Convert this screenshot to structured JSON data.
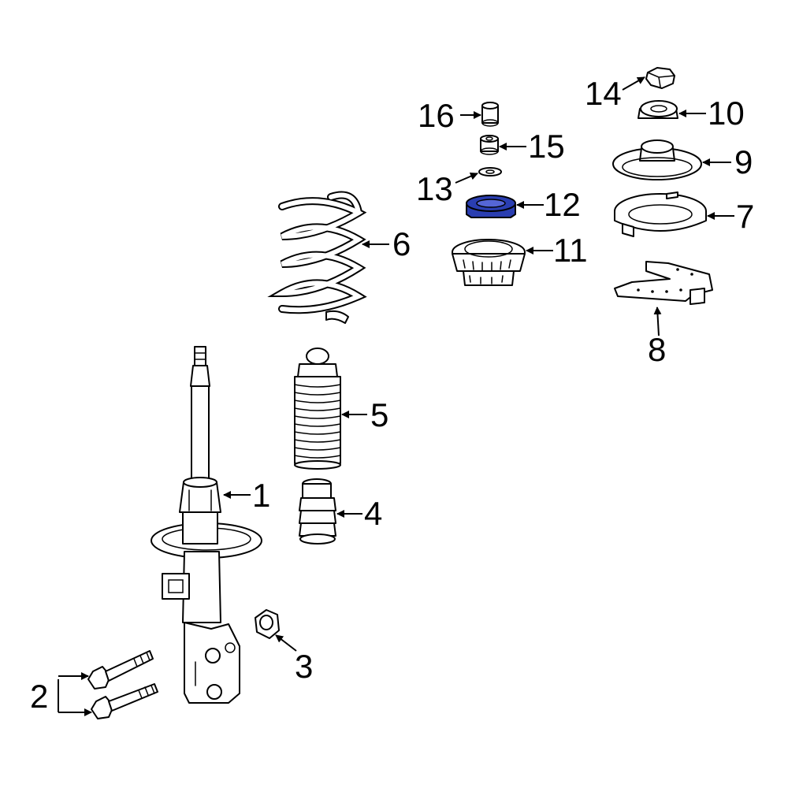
{
  "diagram": {
    "highlight_color": "#2a3eb1",
    "highlighted_part": "12",
    "callouts": {
      "c1": "1",
      "c2": "2",
      "c3": "3",
      "c4": "4",
      "c5": "5",
      "c6": "6",
      "c7": "7",
      "c8": "8",
      "c9": "9",
      "c10": "10",
      "c11": "11",
      "c12": "12",
      "c13": "13",
      "c14": "14",
      "c15": "15",
      "c16": "16"
    }
  }
}
